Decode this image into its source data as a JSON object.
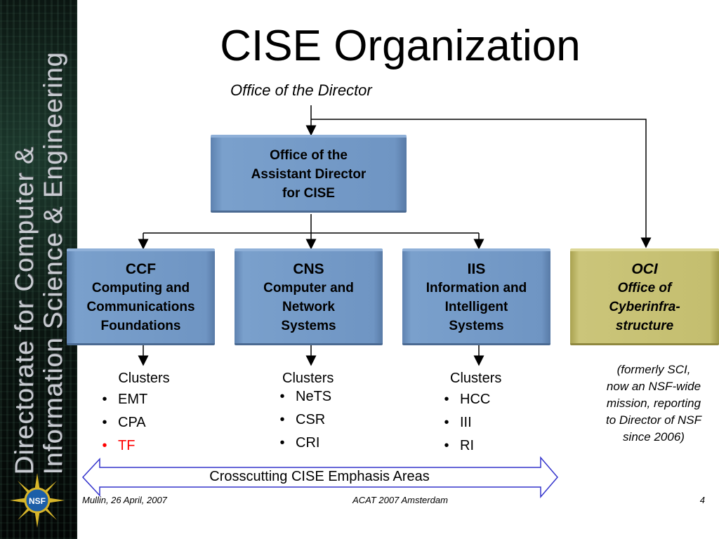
{
  "sidebar": {
    "line1": "Directorate for Computer &",
    "line2": "Information Science & Engineering",
    "logo_text": "NSF"
  },
  "title": "CISE Organization",
  "office_director": "Office of the Director",
  "assistant_director": [
    "Office of the",
    "Assistant Director",
    "for CISE"
  ],
  "divisions": [
    {
      "abbr": "CCF",
      "name": [
        "Computing and",
        "Communications",
        "Foundations"
      ]
    },
    {
      "abbr": "CNS",
      "name": [
        "Computer and",
        "Network",
        "Systems"
      ]
    },
    {
      "abbr": "IIS",
      "name": [
        "Information and",
        "Intelligent",
        "Systems"
      ]
    },
    {
      "abbr": "OCI",
      "name": [
        "Office of",
        "Cyberinfra-",
        "structure"
      ]
    }
  ],
  "clusters": [
    {
      "label": "Clusters",
      "items": [
        "EMT",
        "CPA",
        "TF"
      ]
    },
    {
      "label": "Clusters",
      "items": [
        "NeTS",
        "CSR",
        "CRI"
      ]
    },
    {
      "label": "Clusters",
      "items": [
        "HCC",
        "III",
        "RI"
      ]
    }
  ],
  "bullet": "•",
  "oci_note": [
    "(formerly SCI,",
    "now an NSF-wide",
    "mission, reporting",
    "to Director of NSF",
    "since 2006)"
  ],
  "crosscutting": "Crosscutting CISE Emphasis Areas",
  "footer": {
    "left": "Mullin, 26 April, 2007",
    "center": "ACAT 2007 Amsterdam",
    "right": "4"
  },
  "colors": {
    "box_blue": "#7aa0cc",
    "box_olive": "#cbc57a",
    "highlight": "#ff0000",
    "arrow_stroke": "#3333cc"
  }
}
